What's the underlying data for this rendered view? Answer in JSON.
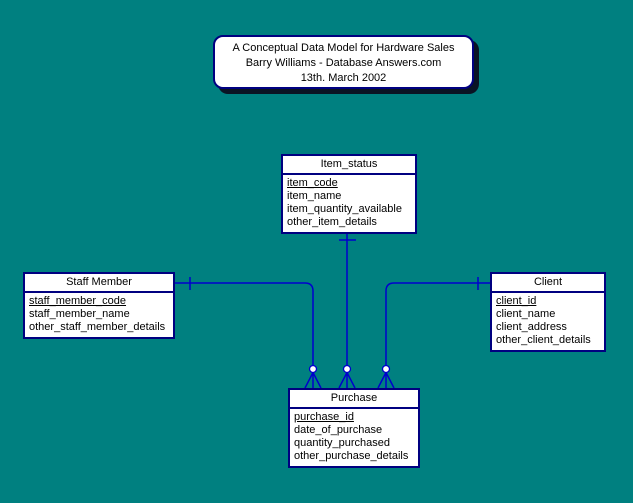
{
  "colors": {
    "background": "#008080",
    "entity_fill": "#ffffff",
    "entity_border": "#000080",
    "connector_line": "#0000cd",
    "title_shadow": "#0a1424",
    "text": "#000000"
  },
  "title_box": {
    "lines": [
      "A Conceptual Data Model for Hardware Sales",
      "Barry Williams - Database Answers.com",
      "13th. March 2002"
    ]
  },
  "entities": [
    {
      "name": "Item_status",
      "attributes": [
        {
          "label": "item_code",
          "underlined": true
        },
        {
          "label": "item_name",
          "underlined": false
        },
        {
          "label": "item_quantity_available",
          "underlined": false
        },
        {
          "label": "other_item_details",
          "underlined": false
        }
      ]
    },
    {
      "name": "Staff Member",
      "attributes": [
        {
          "label": "staff_member_code",
          "underlined": true
        },
        {
          "label": "staff_member_name",
          "underlined": false
        },
        {
          "label": "other_staff_member_details",
          "underlined": false
        }
      ]
    },
    {
      "name": "Client",
      "attributes": [
        {
          "label": "client_id",
          "underlined": true
        },
        {
          "label": "client_name",
          "underlined": false
        },
        {
          "label": "client_address",
          "underlined": false
        },
        {
          "label": "other_client_details",
          "underlined": false
        }
      ]
    },
    {
      "name": "Purchase",
      "attributes": [
        {
          "label": "purchase_id",
          "underlined": true
        },
        {
          "label": "date_of_purchase",
          "underlined": false
        },
        {
          "label": "quantity_purchased",
          "underlined": false
        },
        {
          "label": "other_purchase_details",
          "underlined": false
        }
      ]
    }
  ],
  "relationships": [
    {
      "from": "Staff Member",
      "to": "Purchase",
      "from_cardinality": "one",
      "to_cardinality": "zero-or-many"
    },
    {
      "from": "Item_status",
      "to": "Purchase",
      "from_cardinality": "one",
      "to_cardinality": "zero-or-many"
    },
    {
      "from": "Client",
      "to": "Purchase",
      "from_cardinality": "one",
      "to_cardinality": "zero-or-many"
    }
  ]
}
